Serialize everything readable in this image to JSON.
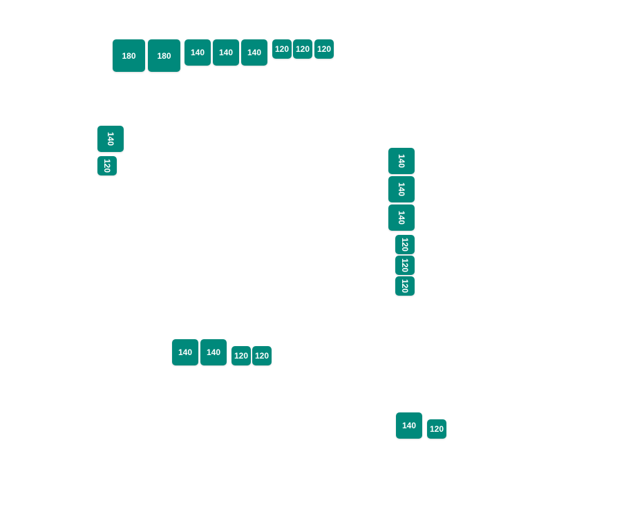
{
  "accent_color": "#00897b",
  "tiles": {
    "row_top": {
      "a1": "180",
      "a2": "180",
      "b1": "140",
      "b2": "140",
      "b3": "140",
      "c1": "120",
      "c2": "120",
      "c3": "120"
    },
    "col_left": {
      "b1": "140",
      "c1": "120"
    },
    "col_right": {
      "b1": "140",
      "b2": "140",
      "b3": "140",
      "c1": "120",
      "c2": "120",
      "c3": "120"
    },
    "row_middle": {
      "b1": "140",
      "b2": "140",
      "c1": "120",
      "c2": "120"
    },
    "row_bottom_right": {
      "b1": "140",
      "c1": "120"
    }
  }
}
